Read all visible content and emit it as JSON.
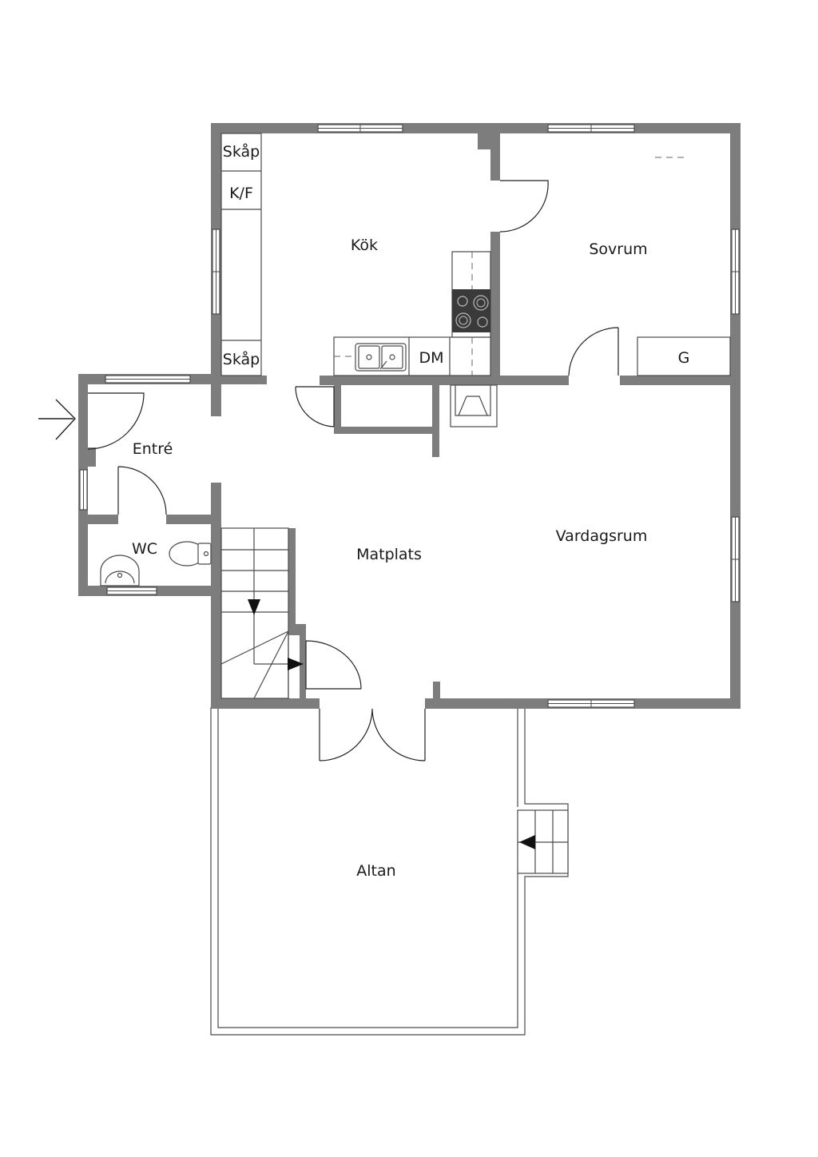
{
  "rooms": {
    "kok": "Kök",
    "sovrum": "Sovrum",
    "entre": "Entré",
    "wc": "WC",
    "matplats": "Matplats",
    "vardagsrum": "Vardagsrum",
    "altan": "Altan"
  },
  "fixtures": {
    "skap_top": "Skåp",
    "kf": "K/F",
    "skap_bottom": "Skåp",
    "dm": "DM",
    "g": "G"
  },
  "colors": {
    "wall": "#7d7d7d",
    "line": "#4a4a4a",
    "background": "#ffffff"
  }
}
